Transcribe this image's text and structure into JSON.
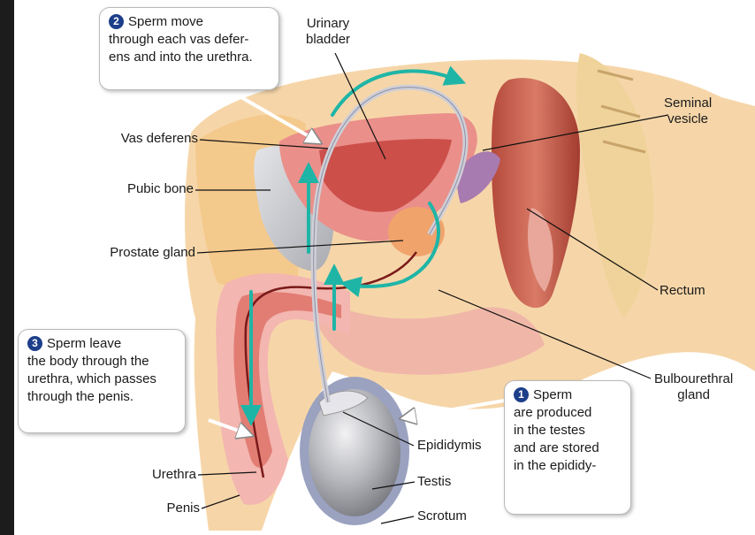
{
  "labels": {
    "urinary_bladder": [
      "Urinary",
      "bladder"
    ],
    "seminal_vesicle": [
      "Seminal",
      "vesicle"
    ],
    "vas_deferens": "Vas deferens",
    "pubic_bone": "Pubic bone",
    "prostate_gland": "Prostate gland",
    "rectum": "Rectum",
    "bulbourethral_gland": [
      "Bulbourethral",
      "gland"
    ],
    "epididymis": "Epididymis",
    "testis": "Testis",
    "scrotum": "Scrotum",
    "urethra": "Urethra",
    "penis": "Penis"
  },
  "callouts": {
    "step1": {
      "number": "1",
      "lines": [
        "Sperm",
        "are produced",
        "in the testes",
        "and are stored",
        "in the epididy-"
      ]
    },
    "step2": {
      "number": "2",
      "lines": [
        "Sperm move",
        "through each vas defer-",
        "ens and into the urethra."
      ]
    },
    "step3": {
      "number": "3",
      "lines": [
        "Sperm leave",
        "the body through the",
        "urethra, which passes",
        "through the penis."
      ]
    }
  },
  "colors": {
    "flow_arrow": "#1fb5a6",
    "step_badge": "#1d3f8a",
    "background": "#1c1c1c"
  }
}
